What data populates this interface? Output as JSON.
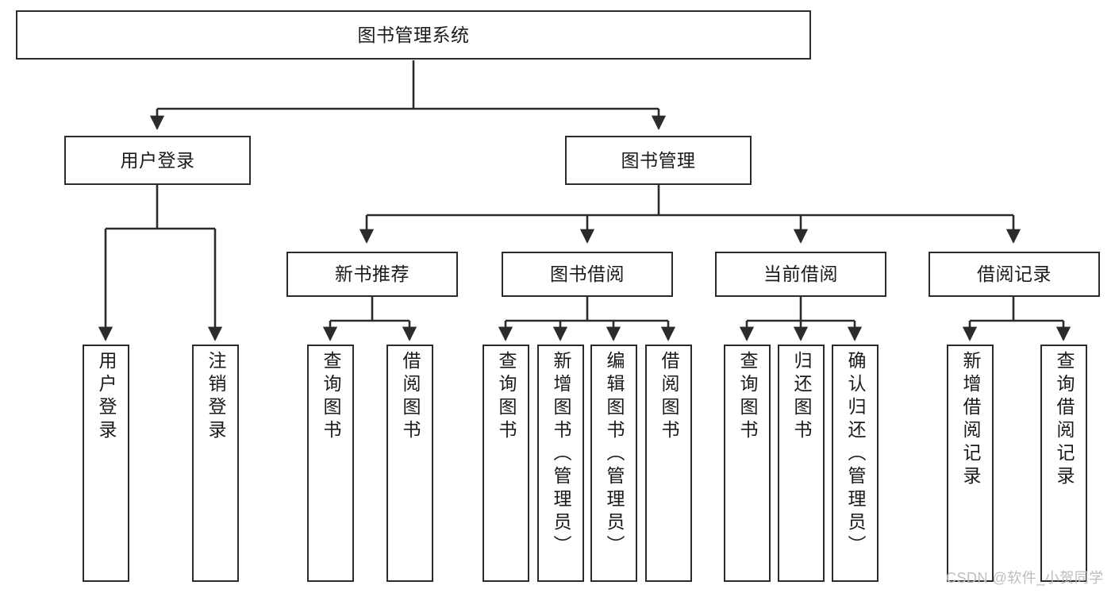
{
  "diagram": {
    "type": "tree-hierarchy",
    "title": "图书管理系统",
    "orientation": "top-down",
    "colors": {
      "box_border": "#2b2b2b",
      "box_fill": "#ffffff",
      "edge": "#2b2b2b",
      "text": "#1a1a1a",
      "watermark": "#bdbdbd"
    },
    "nodes": {
      "root": {
        "label": "图书管理系统"
      },
      "level2": [
        {
          "id": "user-login",
          "label": "用户登录"
        },
        {
          "id": "book-management",
          "label": "图书管理"
        }
      ],
      "level3": [
        {
          "id": "new-book-recommend",
          "label": "新书推荐"
        },
        {
          "id": "book-borrow",
          "label": "图书借阅"
        },
        {
          "id": "current-borrow",
          "label": "当前借阅"
        },
        {
          "id": "borrow-record",
          "label": "借阅记录"
        }
      ],
      "leaves": [
        {
          "id": "leaf-user-login",
          "parent": "user-login",
          "label": "用户登录"
        },
        {
          "id": "leaf-logout",
          "parent": "user-login",
          "label": "注销登录"
        },
        {
          "id": "leaf-query-book-1",
          "parent": "new-book-recommend",
          "label": "查询图书"
        },
        {
          "id": "leaf-borrow-book-1",
          "parent": "new-book-recommend",
          "label": "借阅图书"
        },
        {
          "id": "leaf-query-book-2",
          "parent": "book-borrow",
          "label": "查询图书"
        },
        {
          "id": "leaf-add-book",
          "parent": "book-borrow",
          "label": "新增图书（管理员）"
        },
        {
          "id": "leaf-edit-book",
          "parent": "book-borrow",
          "label": "编辑图书（管理员）"
        },
        {
          "id": "leaf-borrow-book-2",
          "parent": "book-borrow",
          "label": "借阅图书"
        },
        {
          "id": "leaf-query-book-3",
          "parent": "current-borrow",
          "label": "查询图书"
        },
        {
          "id": "leaf-return-book",
          "parent": "current-borrow",
          "label": "归还图书"
        },
        {
          "id": "leaf-confirm-return",
          "parent": "current-borrow",
          "label": "确认归还（管理员）"
        },
        {
          "id": "leaf-add-record",
          "parent": "borrow-record",
          "label": "新增借阅记录"
        },
        {
          "id": "leaf-query-record",
          "parent": "borrow-record",
          "label": "查询借阅记录"
        }
      ]
    },
    "watermark": "CSDN @软件_小贺同学"
  }
}
